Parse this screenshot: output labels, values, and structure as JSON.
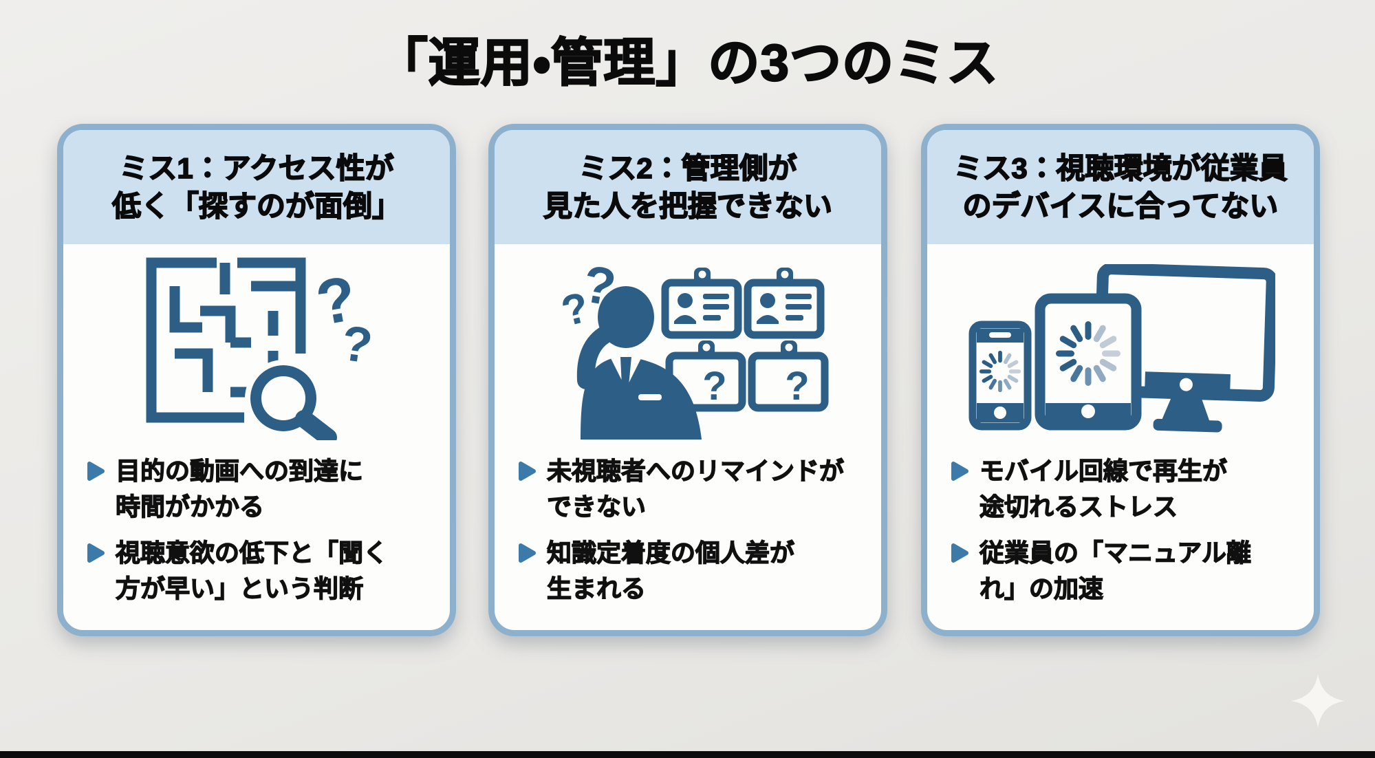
{
  "title": "「運用・管理」の3つのミス",
  "cards": [
    {
      "header": "ミス1：アクセス性が\n低く「探すのが面倒」",
      "icon": "maze-search-icon",
      "bullets": [
        "目的の動画への到達に\n時間がかかる",
        "視聴意欲の低下と「聞く\n方が早い」という判断"
      ]
    },
    {
      "header": "ミス2：管理側が\n見た人を把握できない",
      "icon": "confused-manager-badges-icon",
      "bullets": [
        "未視聴者へのリマインドが\nできない",
        "知識定着度の個人差が\n生まれる"
      ]
    },
    {
      "header": "ミス3：視聴環境が従業員\nのデバイスに合ってない",
      "icon": "devices-loading-icon",
      "bullets": [
        "モバイル回線で再生が\n途切れるストレス",
        "従業員の「マニュアル離\nれ」の加速"
      ]
    }
  ],
  "glyphs": {
    "question_mark": "?"
  },
  "icons": {
    "bullet_marker": "play-bullet-icon",
    "watermark": "sparkle-icon"
  },
  "colors": {
    "page_background": "#eae9e6",
    "card_border": "#8db1cd",
    "card_header_background": "#cde0ef",
    "card_body_background": "#fdfdfc",
    "icon_primary": "#2c5e86",
    "spinner_light": "#c4cdd7",
    "bullet_marker": "#3c7ba9",
    "heading_text": "#0b0b0b",
    "body_text": "#101010",
    "bottom_bar": "#0c0c0c",
    "watermark": "#f7f6f3"
  }
}
